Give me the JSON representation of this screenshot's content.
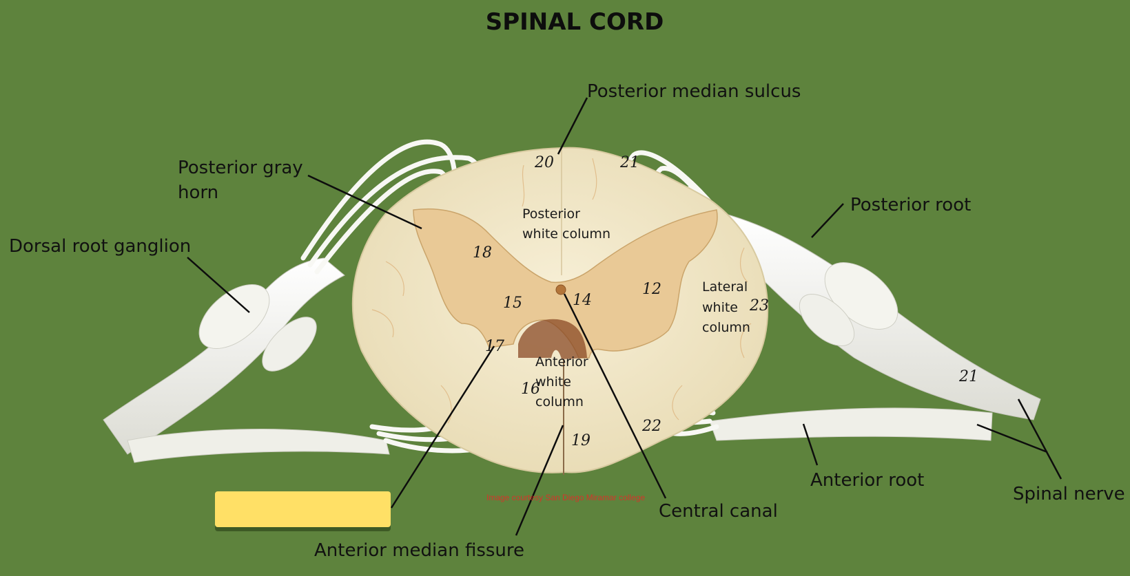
{
  "title": "SPINAL CORD",
  "labels": {
    "posterior_median_sulcus": "Posterior median sulcus",
    "posterior_gray_horn_1": "Posterior gray",
    "posterior_gray_horn_2": "horn",
    "dorsal_root_ganglion": "Dorsal root ganglion",
    "posterior_root": "Posterior root",
    "anterior_root": "Anterior root",
    "spinal_nerve": "Spinal nerve",
    "central_canal": "Central canal",
    "anterior_median_fissure": "Anterior median fissure"
  },
  "inner_labels": {
    "posterior_white_1": "Posterior",
    "posterior_white_2": "white column",
    "lateral_white_1": "Lateral",
    "lateral_white_2": "white",
    "lateral_white_3": "column",
    "anterior_white_1": "Anterior",
    "anterior_white_2": "white",
    "anterior_white_3": "column"
  },
  "numbers": {
    "n20": "20",
    "n21_top": "21",
    "n18": "18",
    "n15": "15",
    "n14": "14",
    "n12": "12",
    "n23": "23",
    "n17": "17",
    "n16": "16",
    "n22": "22",
    "n19": "19",
    "n21_nerve": "21"
  },
  "credit": "Image courtesy San Diego Miramar college",
  "colors": {
    "background": "#5e833d",
    "cord_white_matter": "#f2e8c9",
    "gray_matter": "#e9c996",
    "nerve": "#f4f4f0",
    "answer_box": "#ffe066",
    "credit_text": "#d4352a"
  }
}
